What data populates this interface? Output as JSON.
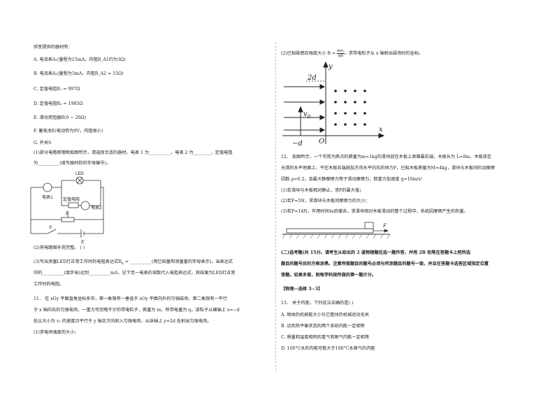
{
  "left": {
    "intro": "验室提供的器材有：",
    "options": [
      "A. 电流表A₁(量程为15mA，内阻R_A1约为3Ω)",
      "B. 电流表A₂(量程为3mA，内阻R_A2 = 15Ω)",
      "C. 定值电阻R₁ = 997Ω",
      "D. 定值电阻R₂ = 1985Ω",
      "E. 滑动变阻器R(0 ~ 20Ω)",
      "F. 蓄电池E(电动势为9V，内阻很小)",
      "G. 开关S"
    ],
    "q1_line1": "(1)部分电路原理图如图所示，请选择合适的器材，电表 1 为__________，电表 2 为________，定值电阻",
    "q1_line2": "为__________(填写器材前的字母编号)。",
    "circuit": {
      "led": "LED",
      "meter1": "电表1",
      "meter2": "电表2",
      "fixed_resistor": "定值电阻",
      "r_label": "R",
      "s_label": "S",
      "e_label": "E"
    },
    "q2": "(2)将电路图补充完整。       (     )",
    "q3_line1a": "(3)写出测量LED灯正常工作时的电阻表达式R",
    "q3_line1b": "x",
    "q3_line1c": " = __________(用已知量和测量量的字母表示)，当表达式",
    "q3_line2": "中的__________(填字母)达到__________mA，记下另一电表的读数代入电阻表达式，其结果为LED灯正常",
    "q3_line3": "工作时的电阻。",
    "q11_line1": "11．    在 xOy 平面直角坐标系中，第一象限有一垂直于 xOy 平面向外的匀强磁场，第二象限有一平行",
    "q11_line2": "于 x 轴向右的匀强电场。一重力可忽略不计的带电粒子，质量为 m，所带电量为 q，该粒子从横轴上 x=−d",
    "q11_line3": "处以大小为 v₀ 的速度沿平行于 y 轴正方向射入匀强电场，从纵轴上 y=2d 处射出匀强电场。",
    "q11_sub1": "(1)求电场强度的大小；"
  },
  "right": {
    "q11_2a": "(2)已知磁感应强度大小 B = ",
    "q11_2_num": "mv₀",
    "q11_2_den": "qd",
    "q11_2b": "，求带电粒子从 x 轴射出磁场时的坐标。",
    "fig": {
      "y_label": "y",
      "x_label": "x",
      "two_d": "2d",
      "v0": "v",
      "v0_sub": "0",
      "o_label": "O",
      "neg_d": "−d"
    },
    "q12_line1": "12．  如图所示，一个可视为质点的质量为m=1kg的滑块放在木板上表面最右端，木板长为 L=8m，木板放在",
    "q12_line2": "光滑的水平地面上，今在木板右端施加方向水平向右的恒力F，已知木板质量为M=4kg，滑块与木板间的动摩擦",
    "q12_line3": "因数 μ=0.2，且最大静摩擦力等于滑动摩擦力，取重力加速度 g=10m/s²",
    "q12_sub1": "(1)若滑块与木板相对静止，求F的最大值；",
    "q12_sub2": "(2)若F=5N，求滑块与木板间摩擦力的大小；",
    "q12_sub3": "(3)若F=14N，作用时间4s后撤去，求滑块相对木板滑动的整个过程中，系统因摩擦产生的热量。",
    "block_f": "F",
    "sec_line1": "(二)选考题(共 15分。请考生从给出的 2 道物理题任选一题作答，并用 2B 铅笔在答题卡上把所选",
    "sec_line2": "题目的题号后的方框涂黑。注意所做题目的题号必须与所涂题目的题号一致，并且在答题卡选答区域指定位置",
    "sec_line3": "答题。如果多做，则每学科按所做的第一题计分。",
    "elective_title": "【物理—选修 3−3】",
    "q13": "13．  关于内能，下列说法正确的是(     )",
    "q13_opts": [
      "A.  物体的机械能大小与它整体的机械运动无关",
      "B.  达到热平衡状态的两个系统内能一定相等",
      "C.  质量和温度相同的氢气和氧气内能一定相等",
      "D.  100°C水的内能可能大于100°C水蒸气的内能"
    ]
  }
}
